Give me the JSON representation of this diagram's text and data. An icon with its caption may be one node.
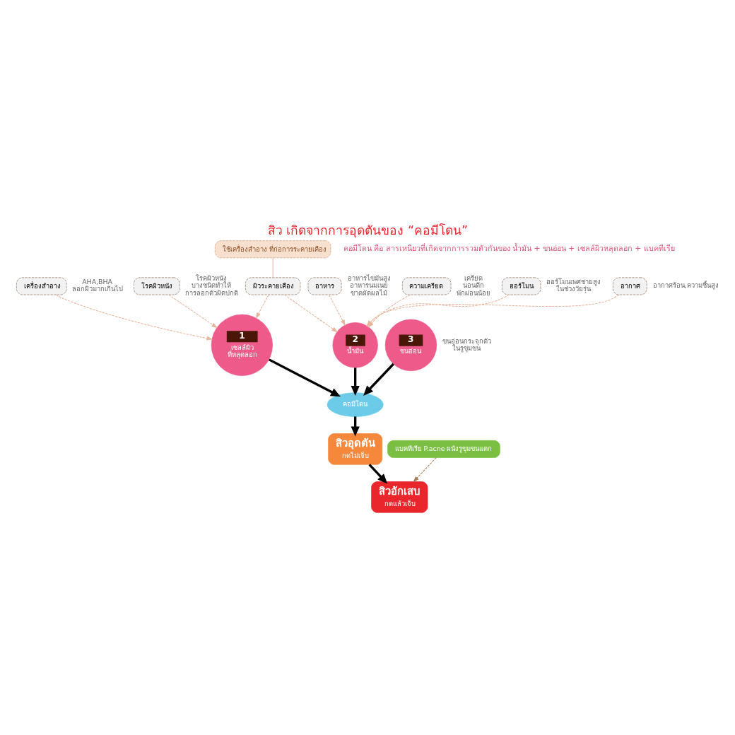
{
  "diagram": {
    "title": "สิว เกิดจากการอุดตันของ “คอมีโดน”",
    "nodes": [
      {
        "text": [
          "ใช้เครื่องสำอาง ที่ก่อการระคายเคือง"
        ]
      },
      {
        "text": [
          "ผิวระคายเคือง"
        ]
      },
      {
        "text": [
          "อาหาร"
        ],
        "beside": [
          "อาหารไขมันสูง อาหารนมเนย ขาดผัดผลไม้"
        ]
      },
      {
        "text": [
          "ความเครียด"
        ],
        "beside": [
          "เครียด นอนดึก พักผ่อนน้อย"
        ]
      },
      {
        "text": [
          "ฮอร์โมน"
        ],
        "beside": [
          "ฮอร์โมนเพศชายสูง ในช่วงวัยรุ่น"
        ]
      },
      {
        "text": [
          "อากาศ"
        ],
        "beside": [
          "อากาศร้อน,ความชื้นสูง"
        ]
      },
      {
        "text": [
          "2",
          "น้ำมัน"
        ]
      },
      {
        "text": [
          "1",
          "เซลล์ผิว ที่หลุดลอก"
        ]
      },
      {
        "text": [
          "เครื่องสำอาง"
        ],
        "beside": [
          "AHA,BHA ลอกผิวมากเกินไป"
        ]
      },
      {
        "text": [
          "โรคผิวหนัง"
        ],
        "beside": [
          "โรคผิวหนัง บางชนิดทำให้ การลอกตัวผิดปกติ"
        ]
      },
      {
        "text": [
          "คอมีโดน"
        ]
      },
      {
        "text": [
          "3",
          "ขนอ่อน"
        ],
        "beside": [
          "ขนอ่อนกระจุกตัว ในรูขุมขน"
        ]
      },
      {
        "text": [
          "สิวอุดตัน",
          "กดไม่เจ็บ"
        ]
      },
      {
        "text": [
          "แบคทีเรีย P.acne ผนังรูขุมขนแตก"
        ]
      },
      {
        "text": [
          "สิวอักเสบ",
          "กดแล้วเจ็บ"
        ]
      }
    ],
    "edges": [
      {
        "from": 0,
        "to": 1,
        "arrow": "none"
      },
      {
        "from": 1,
        "to": 6,
        "arrow": "to",
        "style": "dashed"
      },
      {
        "from": 1,
        "to": 7,
        "arrow": "to",
        "style": "dashed"
      },
      {
        "from": 2,
        "to": 6,
        "arrow": "to",
        "style": "dashed"
      },
      {
        "from": 3,
        "to": 6,
        "arrow": "to",
        "style": "dashed"
      },
      {
        "from": 4,
        "to": 6,
        "arrow": "to",
        "style": "dashed"
      },
      {
        "from": 5,
        "to": 6,
        "arrow": "to",
        "style": "dashed"
      },
      {
        "from": 8,
        "to": 7,
        "arrow": "to",
        "style": "dashed"
      },
      {
        "from": 9,
        "to": 7,
        "arrow": "to",
        "style": "dashed"
      },
      {
        "from": 7,
        "to": 10,
        "arrow": "to",
        "style": "thick",
        "color": "#000000"
      },
      {
        "from": 6,
        "to": 10,
        "arrow": "to",
        "style": "thick",
        "color": "#000000"
      },
      {
        "from": 11,
        "to": 10,
        "arrow": "to",
        "style": "thick",
        "color": "#000000"
      },
      {
        "from": 10,
        "to": 12,
        "arrow": "to",
        "style": "thick",
        "color": "#000000"
      },
      {
        "from": 12,
        "to": 14,
        "arrow": "to",
        "style": "thick",
        "color": "#000000"
      },
      {
        "from": 13,
        "to": 14,
        "arrow": "to",
        "style": "dashed",
        "color": "#a47b55"
      }
    ],
    "labels": [
      "คอมีโดน คือ สารเหนียวที่เกิดจากการรวมตัวกันของ น้ำมัน + ขนอ่อน + เซลล์ผิวหลุดลอก + แบคทีเรีย"
    ]
  }
}
